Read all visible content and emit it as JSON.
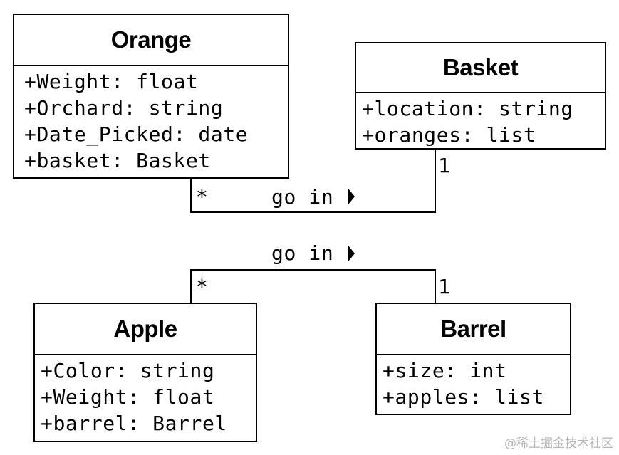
{
  "classes": {
    "orange": {
      "name": "Orange",
      "attributes": [
        "+Weight: float",
        "+Orchard: string",
        "+Date_Picked: date",
        "+basket: Basket"
      ]
    },
    "basket": {
      "name": "Basket",
      "attributes": [
        "+location: string",
        "+oranges: list"
      ]
    },
    "apple": {
      "name": "Apple",
      "attributes": [
        "+Color: string",
        "+Weight: float",
        "+barrel: Barrel"
      ]
    },
    "barrel": {
      "name": "Barrel",
      "attributes": [
        "+size: int",
        "+apples: list"
      ]
    }
  },
  "associations": {
    "orange_basket": {
      "label": "go in",
      "source_multiplicity": "*",
      "target_multiplicity": "1"
    },
    "apple_barrel": {
      "label": "go in",
      "source_multiplicity": "*",
      "target_multiplicity": "1"
    }
  },
  "watermark": "@稀土掘金技术社区",
  "colors": {
    "line": "#000000",
    "watermark": "#b5b5b5"
  }
}
